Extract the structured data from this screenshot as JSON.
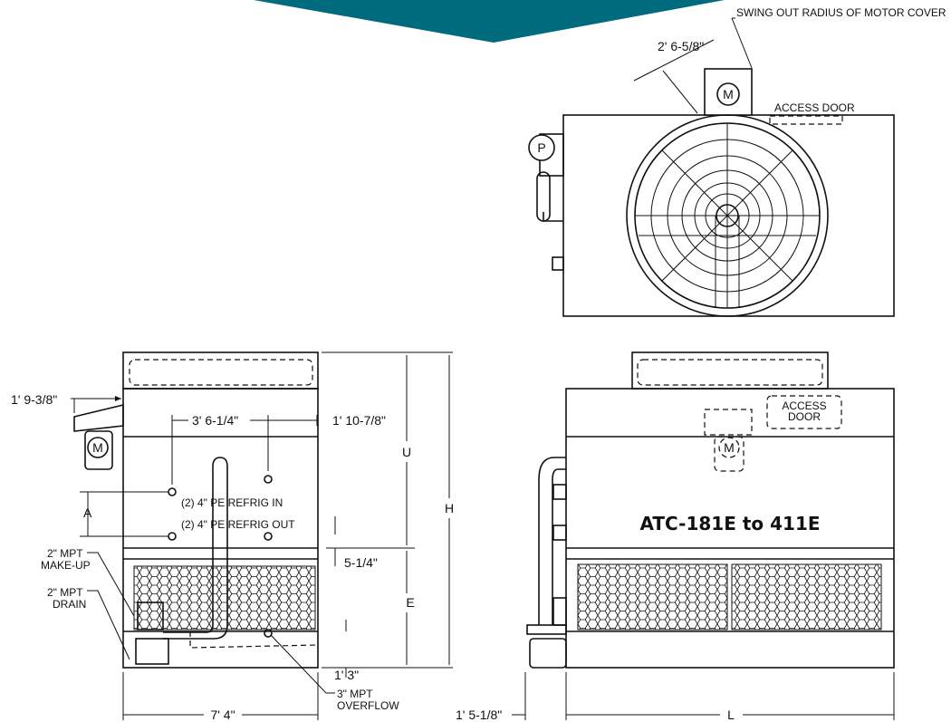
{
  "banner": {
    "color": "#016b7e"
  },
  "top_view": {
    "swing_label": "SWING OUT RADIUS OF MOTOR COVER",
    "swing_dim": "2' 6-5/8\"",
    "access_door": "ACCESS DOOR",
    "motor_symbol": "M",
    "pump_symbol": "P"
  },
  "side_view": {
    "dim_overhang": "1' 9-3/8\"",
    "dim_conn_spacing": "3' 6-1/4\"",
    "dim_conn_offset": "1' 10-7/8\"",
    "dim_U": "U",
    "dim_H": "H",
    "dim_A": "A",
    "dim_E": "E",
    "refrig_in": "(2) 4\" PE REFRIG IN",
    "refrig_out": "(2) 4\" PE REFRIG OUT",
    "makeup_line1": "2\" MPT",
    "makeup_line2": "MAKE-UP",
    "drain_line1": "2\" MPT",
    "drain_line2": "DRAIN",
    "dim_5_1_4": "5-1/4\"",
    "dim_1_3": "1' 3\"",
    "overflow_line1": "3\" MPT",
    "overflow_line2": "OVERFLOW",
    "dim_width": "7' 4\"",
    "motor_symbol": "M"
  },
  "end_view": {
    "access_line1": "ACCESS",
    "access_line2": "DOOR",
    "motor_symbol": "M",
    "model_title": "ATC-181E to 411E",
    "dim_pipe": "1' 5-1/8\"",
    "dim_L": "L"
  }
}
